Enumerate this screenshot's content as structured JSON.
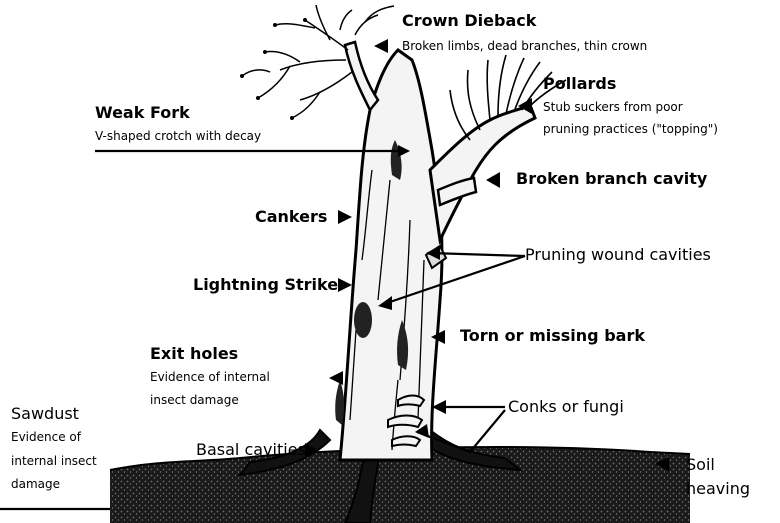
{
  "labels": {
    "crown_dieback": {
      "title": "Crown Dieback",
      "desc": "Broken limbs, dead branches, thin crown"
    },
    "pollards": {
      "title": "Pollards",
      "desc_1": "Stub suckers from poor",
      "desc_2": "pruning practices (\"topping\")"
    },
    "weak_fork": {
      "title": "Weak Fork",
      "desc": "V-shaped crotch with decay"
    },
    "broken_branch_cavity": {
      "title": "Broken branch cavity"
    },
    "cankers": {
      "title": "Cankers"
    },
    "pruning_wound_cavities": {
      "title": "Pruning wound cavities"
    },
    "lightning_strike": {
      "title": "Lightning Strike"
    },
    "torn_bark": {
      "title": "Torn or missing bark"
    },
    "exit_holes": {
      "title": "Exit holes",
      "desc_1": "Evidence of internal",
      "desc_2": "insect damage"
    },
    "conks": {
      "title": "Conks or fungi"
    },
    "sawdust": {
      "title": "Sawdust",
      "desc_1": "Evidence of",
      "desc_2": "internal insect",
      "desc_3": "damage"
    },
    "basal_cavities": {
      "title": "Basal cavities"
    },
    "soil_heaving": {
      "title_1": "Soil",
      "title_2": "heaving"
    }
  },
  "colors": {
    "ink": "#000000",
    "paper": "#ffffff",
    "ground": "#1a1a1a"
  },
  "icons": [
    "arrowhead-icon",
    "tree-illustration"
  ]
}
